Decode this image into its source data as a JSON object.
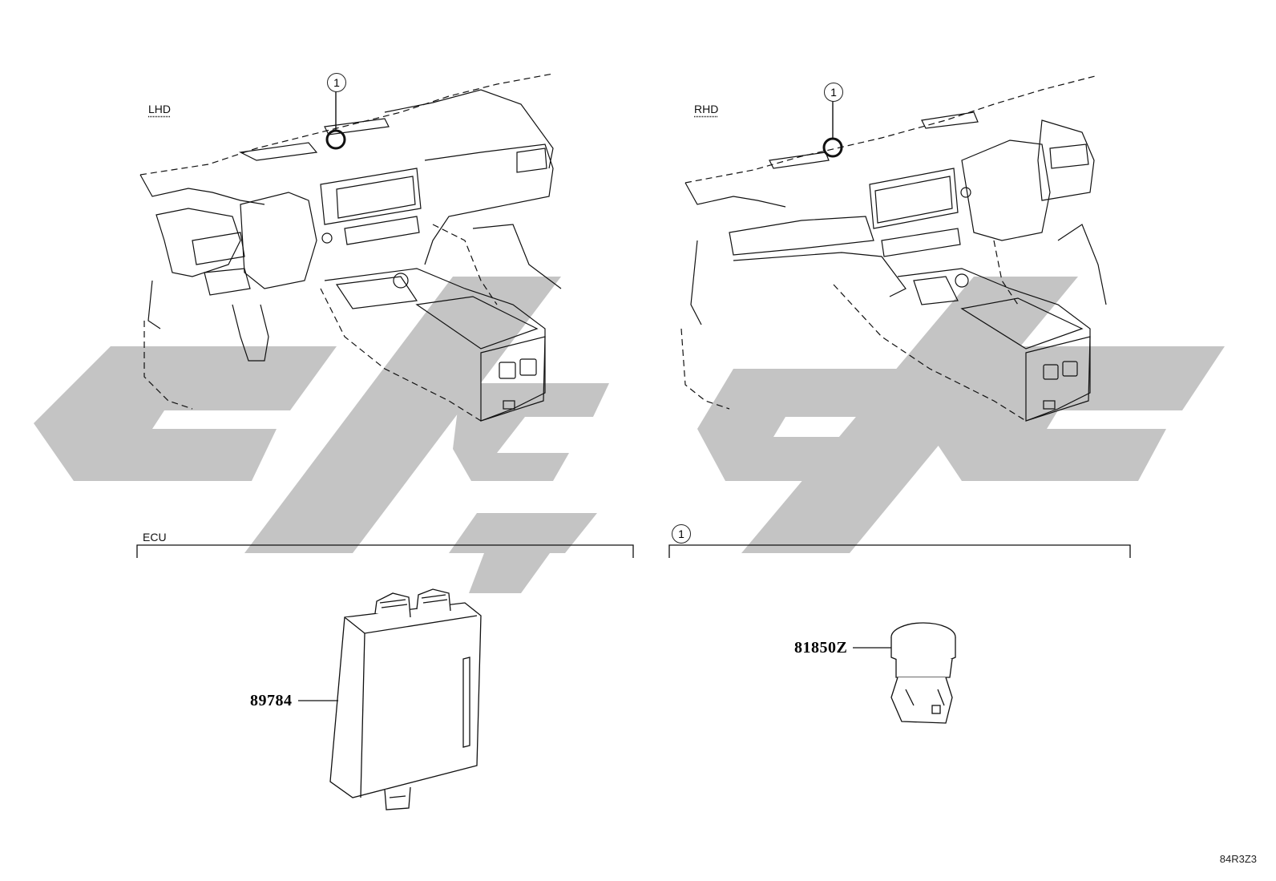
{
  "views": {
    "lhd_label": "LHD",
    "rhd_label": "RHD",
    "callout_lhd": "1",
    "callout_rhd": "1"
  },
  "groups": {
    "ecu_title": "ECU",
    "item1_callout": "1"
  },
  "parts": {
    "ecu_part_number": "89784",
    "switch_part_number": "81850Z"
  },
  "diagram_ref": "84R3Z3"
}
